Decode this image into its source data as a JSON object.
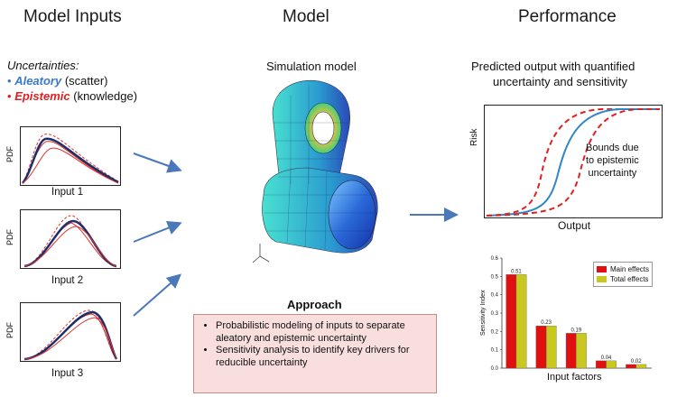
{
  "headers": {
    "inputs": "Model Inputs",
    "model": "Model",
    "performance": "Performance"
  },
  "uncertainties": {
    "title": "Uncertainties:",
    "aleatory": {
      "name": "Aleatory",
      "desc": "(scatter)",
      "color": "#3a78c8"
    },
    "epistemic": {
      "name": "Epistemic",
      "desc": "(knowledge)",
      "color": "#e02020"
    }
  },
  "inputs": [
    {
      "ylabel": "PDF",
      "label": "Input 1"
    },
    {
      "ylabel": "PDF",
      "label": "Input 2"
    },
    {
      "ylabel": "PDF",
      "label": "Input 3"
    }
  ],
  "model": {
    "title": "Simulation model"
  },
  "approach": {
    "title": "Approach",
    "items": [
      "Probabilistic modeling of inputs to separate aleatory and epistemic uncertainty",
      "Sensitivity analysis to identify key drivers for reducible uncertainty"
    ]
  },
  "performance": {
    "title_line1": "Predicted output with quantified",
    "title_line2": "uncertainty and sensitivity",
    "risk_ylabel": "Risk",
    "risk_xlabel": "Output",
    "annotation": [
      "Bounds due",
      "to epistemic",
      "uncertainty"
    ]
  },
  "chart_data": {
    "type": "bar",
    "xlabel": "Input factors",
    "ylabel": "Sensitivity Index",
    "ylim": [
      0,
      0.6
    ],
    "yticks": [
      "0.0",
      "0.1",
      "0.2",
      "0.3",
      "0.4",
      "0.5",
      "0.6"
    ],
    "legend_placement": "top-right",
    "series": [
      {
        "name": "Main effects",
        "color": "#e01010",
        "values": [
          0.51,
          0.23,
          0.19,
          0.04,
          0.02
        ]
      },
      {
        "name": "Total effects",
        "color": "#c8c820",
        "values": [
          0.51,
          0.23,
          0.19,
          0.04,
          0.02
        ]
      }
    ],
    "labels": [
      "0.51",
      "0.23",
      "0.19",
      "0.04",
      "0.02"
    ]
  },
  "colors": {
    "arrow": "#4a78b8",
    "aleatory_curve": "#1a2f6a",
    "epistemic_curve": "#e03030",
    "cdf_blue": "#2f86c8"
  }
}
